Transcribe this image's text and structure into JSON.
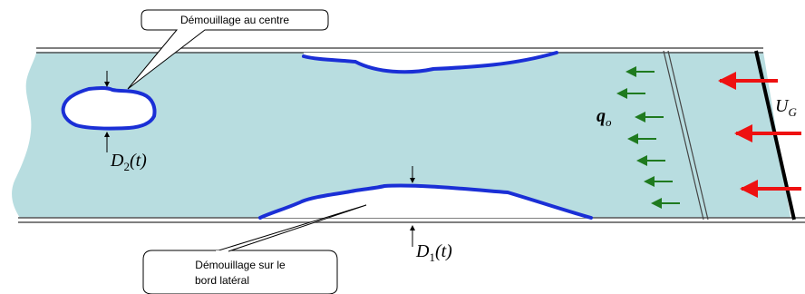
{
  "callouts": {
    "center": {
      "text": "Démouillage au centre"
    },
    "side": {
      "line1": "Démouillage sur le",
      "line2": "bord latéral"
    }
  },
  "labels": {
    "D2": {
      "main": "D",
      "sub": "2",
      "tail": "(t)"
    },
    "D1": {
      "main": "D",
      "sub": "1",
      "tail": "(t)"
    },
    "qo": {
      "main": "q",
      "sub": "o"
    },
    "UG": {
      "main": "U",
      "sub": "G"
    }
  },
  "colors": {
    "liquid": "#b8dde0",
    "dewet_outline": "#1a2fd6",
    "flow_arrow": "#1f7a1f",
    "gas_arrow": "#ee1111",
    "wall": "#555555"
  }
}
